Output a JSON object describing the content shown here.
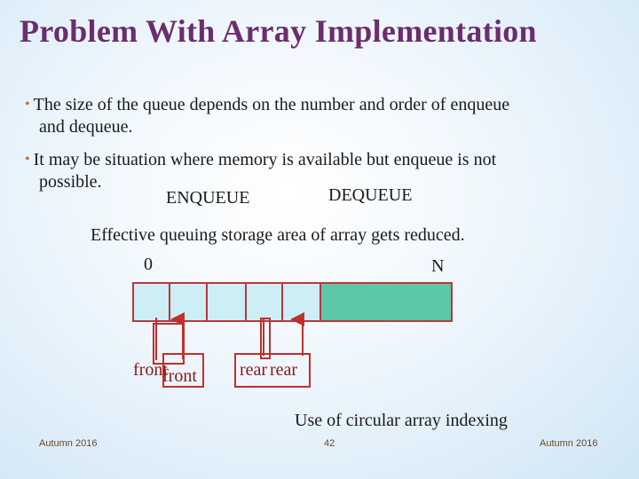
{
  "title": "Problem With Array Implementation",
  "bullets": [
    {
      "line1": "The size of the queue depends on the number and order of enqueue",
      "line2": "and dequeue."
    },
    {
      "line1": "It may be situation where memory is available but enqueue is not",
      "line2": "possible."
    }
  ],
  "labels": {
    "enqueue": "ENQUEUE",
    "dequeue": "DEQUEUE",
    "effective": "Effective queuing storage area of array gets reduced.",
    "index_start": "0",
    "index_end": "N",
    "circular": "Use of circular array indexing"
  },
  "array": {
    "cells": 6,
    "filled_cells": [
      5
    ],
    "empty_color": "#cdeef4",
    "filled_color": "#5ec7a7",
    "border_color": "#b8383e"
  },
  "pointers": {
    "front_old": "front",
    "front_new": "front",
    "rear_old": "rear",
    "rear_new": "rear"
  },
  "footer": {
    "left": "Autumn 2016",
    "page": "42",
    "right": "Autumn 2016"
  },
  "colors": {
    "title": "#6b2d6e",
    "bullet_dot": "#c07030",
    "pointer_text": "#8b1818",
    "pointer_box": "#c0302b"
  }
}
